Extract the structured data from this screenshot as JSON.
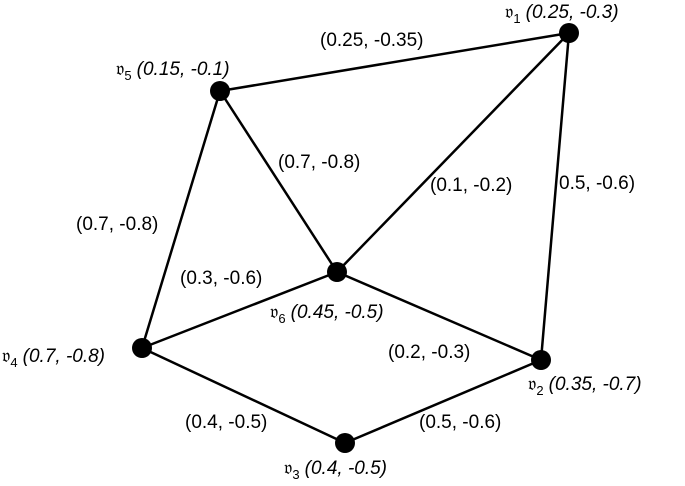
{
  "vertices": [
    {
      "id": "v1",
      "symbol": "𝔳",
      "sub": "1",
      "value": "(0.25, -0.3)"
    },
    {
      "id": "v2",
      "symbol": "𝔳",
      "sub": "2",
      "value": "(0.35, -0.7)"
    },
    {
      "id": "v3",
      "symbol": "𝔳",
      "sub": "3",
      "value": "(0.4, -0.5)"
    },
    {
      "id": "v4",
      "symbol": "𝔳",
      "sub": "4",
      "value": "(0.7, -0.8)"
    },
    {
      "id": "v5",
      "symbol": "𝔳",
      "sub": "5",
      "value": "(0.15, -0.1)"
    },
    {
      "id": "v6",
      "symbol": "𝔳",
      "sub": "6",
      "value": "(0.45, -0.5)"
    }
  ],
  "edges": [
    {
      "from": "v5",
      "to": "v1",
      "label": "(0.25, -0.35)"
    },
    {
      "from": "v1",
      "to": "v2",
      "label": "0.5, -0.6)"
    },
    {
      "from": "v1",
      "to": "v6",
      "label": "(0.1, -0.2)"
    },
    {
      "from": "v5",
      "to": "v6",
      "label": "(0.7, -0.8)"
    },
    {
      "from": "v5",
      "to": "v4",
      "label": "(0.7, -0.8)"
    },
    {
      "from": "v4",
      "to": "v6",
      "label": "(0.3, -0.6)"
    },
    {
      "from": "v6",
      "to": "v2",
      "label": "(0.2, -0.3)"
    },
    {
      "from": "v4",
      "to": "v3",
      "label": "(0.4, -0.5)"
    },
    {
      "from": "v3",
      "to": "v2",
      "label": "(0.5, -0.6)"
    }
  ],
  "colors": {
    "line": "#000000",
    "node": "#000000",
    "background": "#ffffff"
  }
}
